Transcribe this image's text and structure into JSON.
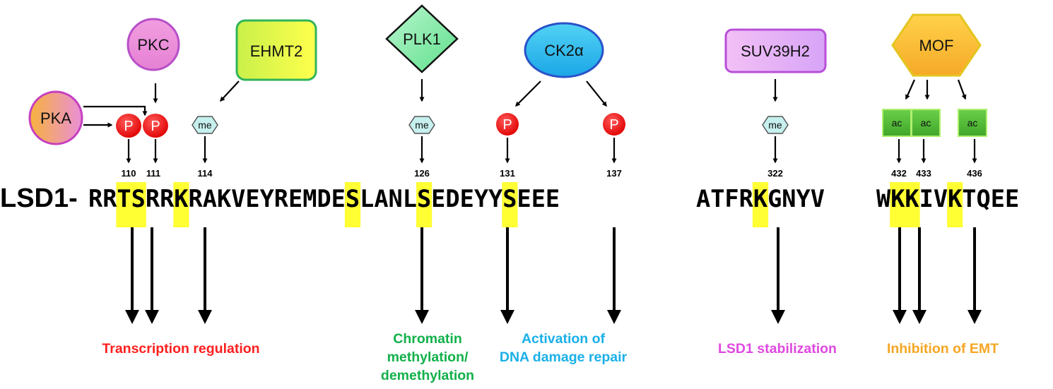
{
  "protein_label": "LSD1-",
  "sequence_segments": [
    {
      "text": "RRTSRRKRAKVEYREMDESLANLSEDEYYSEEE",
      "highlight_indices": [
        2,
        3,
        6,
        18,
        23,
        29
      ]
    },
    {
      "text": "ATFRKGNYV",
      "highlight_indices": [
        4
      ]
    },
    {
      "text": "WKKIVKTQEE",
      "highlight_indices": [
        1,
        2,
        5
      ]
    }
  ],
  "residue_numbers": [
    "110",
    "111",
    "114",
    "126",
    "131",
    "137",
    "322",
    "432",
    "433",
    "436"
  ],
  "enzymes": {
    "pka": "PKA",
    "pkc": "PKC",
    "ehmt2": "EHMT2",
    "plk1": "PLK1",
    "ck2a": "CK2α",
    "suv39h2": "SUV39H2",
    "mof": "MOF"
  },
  "modification_labels": {
    "phospho": "P",
    "methyl": "me",
    "acetyl": "ac"
  },
  "functions": {
    "transcription": {
      "text": "Transcription regulation",
      "color": "#ff1f1f"
    },
    "chromatin": {
      "lines": [
        "Chromatin",
        "methylation/",
        "demethylation"
      ],
      "color": "#12b04a"
    },
    "dna_repair": {
      "lines": [
        "Activation of",
        "DNA damage repair"
      ],
      "color": "#1ab0e8"
    },
    "stabilization": {
      "text": "LSD1 stabilization",
      "color": "#e048e0"
    },
    "emt": {
      "text": "Inhibition of EMT",
      "color": "#f5a623"
    }
  },
  "colors": {
    "highlight": "#ffff33",
    "phospho": "#ee1111",
    "methyl": "#c6f0ee",
    "acetyl": "#58c234"
  }
}
